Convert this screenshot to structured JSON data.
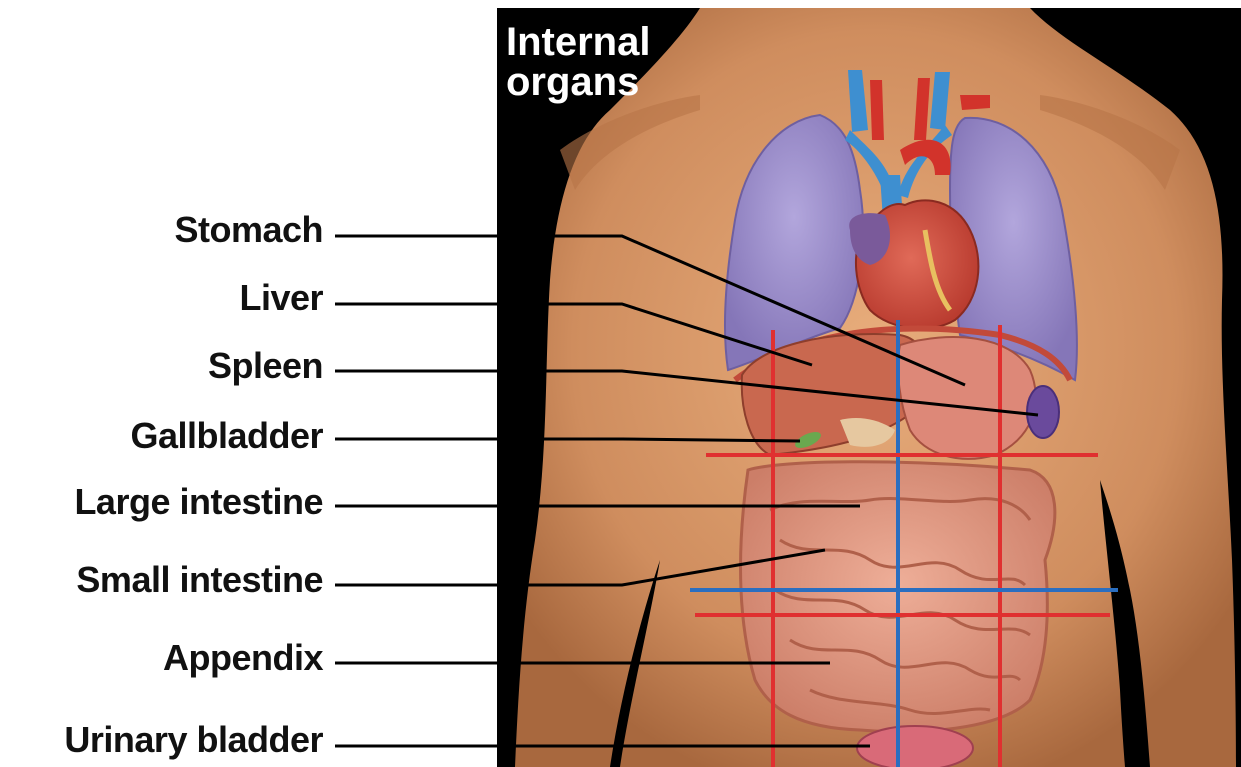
{
  "title": "Internal organs",
  "labels": [
    {
      "id": "stomach",
      "text": "Stomach"
    },
    {
      "id": "liver",
      "text": "Liver"
    },
    {
      "id": "spleen",
      "text": "Spleen"
    },
    {
      "id": "gallbladder",
      "text": "Gallbladder"
    },
    {
      "id": "large-intestine",
      "text": "Large intestine"
    },
    {
      "id": "small-intestine",
      "text": "Small intestine"
    },
    {
      "id": "appendix",
      "text": "Appendix"
    },
    {
      "id": "urinary-bladder",
      "text": "Urinary bladder"
    }
  ],
  "colors": {
    "background": "#000000",
    "skin": "#d99a6c",
    "lung": "#9a8cc8",
    "vein": "#3e8fd0",
    "artery": "#d2332b",
    "heart": "#c8463a",
    "liver": "#c9684f",
    "stomach": "#dd8878",
    "spleen": "#6a4a9c",
    "gallbladder": "#6aa84f",
    "intestine": "#e09a84",
    "bladder": "#d96a78",
    "region_line_red": "#e03030",
    "region_line_blue": "#2a6ec0",
    "leader_line": "#000000"
  }
}
